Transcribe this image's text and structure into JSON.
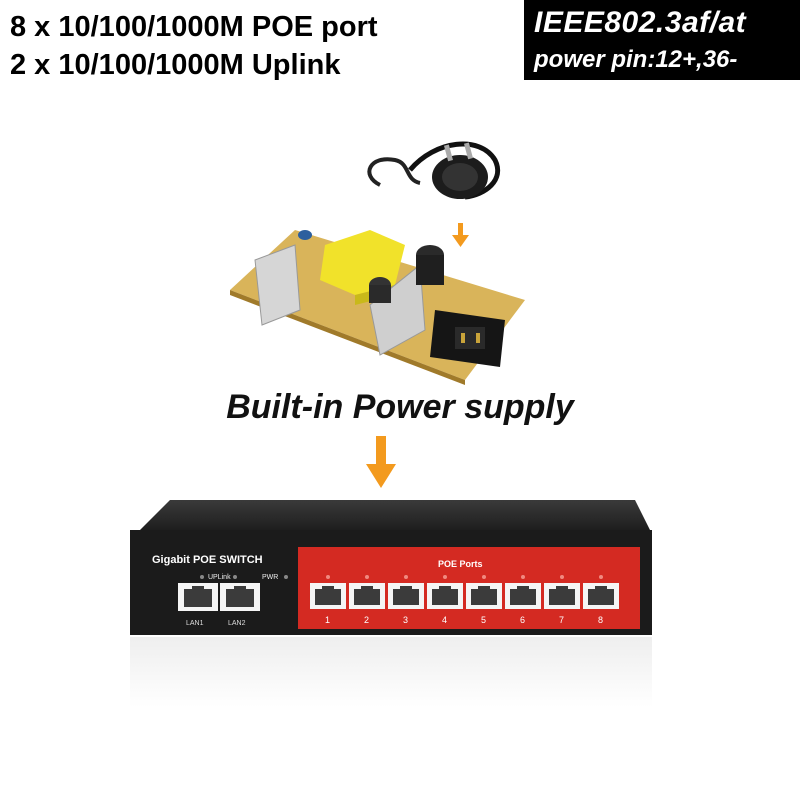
{
  "specs": {
    "line1": "8 x 10/100/1000M POE port",
    "line2": "2 x 10/100/1000M Uplink"
  },
  "standard": {
    "line1": "IEEE802.3af/at",
    "line2": "power pin:12+,36-"
  },
  "caption": "Built-in Power supply",
  "device": {
    "title": "Gigabit POE SWITCH",
    "uplink_label": "UPLink",
    "pwr_label": "PWR",
    "lan_labels": [
      "LAN1",
      "LAN2"
    ],
    "poe_title": "POE Ports",
    "port_numbers": [
      "1",
      "2",
      "3",
      "4",
      "5",
      "6",
      "7",
      "8"
    ]
  },
  "colors": {
    "arrow": "#f39a1e",
    "poe_panel": "#d42a22",
    "switch_body": "#1b1b1b"
  }
}
